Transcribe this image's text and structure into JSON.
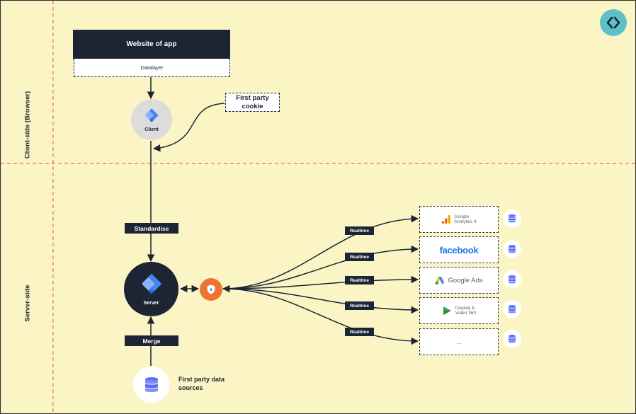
{
  "lanes": {
    "client_side": "Client-side (Browser)",
    "server_side": "Server-side"
  },
  "website": {
    "title": "Website of app",
    "datalayer": "Datalayer"
  },
  "cookie": {
    "line1": "First party",
    "line2": "cookie"
  },
  "client": {
    "label": "Client"
  },
  "server": {
    "label": "Server"
  },
  "tags": {
    "standardise": "Standardise",
    "merge": "Merge"
  },
  "sources": {
    "line1": "First party data",
    "line2": "sources"
  },
  "destinations": [
    {
      "id": "google-analytics-4",
      "realtime": "Realtime",
      "line1": "Google",
      "line2": "Analytics 4"
    },
    {
      "id": "facebook",
      "realtime": "Realtime",
      "text": "facebook"
    },
    {
      "id": "google-ads",
      "realtime": "Realtime",
      "text": "Google Ads"
    },
    {
      "id": "display-video-360",
      "realtime": "Realtime",
      "line1": "Display &",
      "line2": "Video 360"
    },
    {
      "id": "other",
      "realtime": "Realtime",
      "text": "..."
    }
  ],
  "icons": {
    "logo": "code-brackets-icon",
    "gtm": "google-tag-manager-icon",
    "database": "database-icon",
    "shield": "shield-icon"
  },
  "colors": {
    "background": "#fbf5c6",
    "navy": "#1d2433",
    "divider": "#ee7434",
    "accent_teal": "#5ec1c7",
    "gtm_blue": "#4285f4",
    "db_blue": "#5b6ef5"
  }
}
